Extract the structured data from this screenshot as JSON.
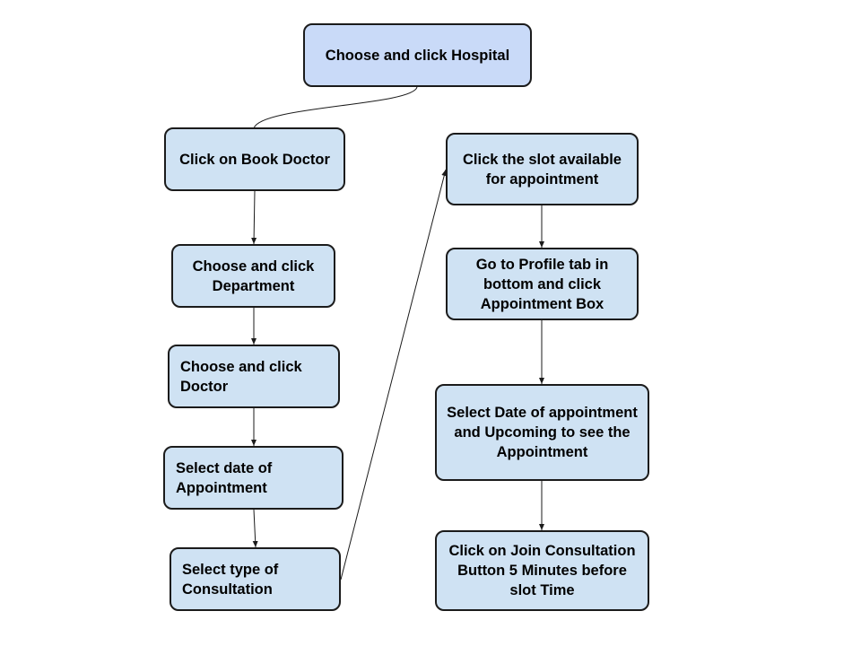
{
  "diagram": {
    "colors": {
      "start_fill": "#c9daf8",
      "step_fill": "#cfe2f3",
      "border": "#1b1b1b",
      "connector": "#1b1b1b"
    },
    "nodes": {
      "hospital": "Choose and click Hospital",
      "book_doctor": "Click on Book Doctor",
      "department": "Choose and click Department",
      "doctor": "Choose and click Doctor",
      "select_date": "Select date of Appointment",
      "consultation_type": "Select type of Consultation",
      "slot": "Click the slot available for appointment",
      "profile_tab": "Go to Profile tab in bottom and click Appointment Box",
      "upcoming": "Select Date of appointment and Upcoming to see the Appointment",
      "join": "Click on Join Consultation Button 5 Minutes before slot Time"
    },
    "edges": [
      {
        "from": "hospital",
        "to": "book_doctor",
        "arrow": false
      },
      {
        "from": "book_doctor",
        "to": "department",
        "arrow": true
      },
      {
        "from": "department",
        "to": "doctor",
        "arrow": true
      },
      {
        "from": "doctor",
        "to": "select_date",
        "arrow": true
      },
      {
        "from": "select_date",
        "to": "consultation_type",
        "arrow": true
      },
      {
        "from": "consultation_type",
        "to": "slot",
        "arrow": true
      },
      {
        "from": "slot",
        "to": "profile_tab",
        "arrow": true
      },
      {
        "from": "profile_tab",
        "to": "upcoming",
        "arrow": true
      },
      {
        "from": "upcoming",
        "to": "join",
        "arrow": true
      }
    ]
  }
}
